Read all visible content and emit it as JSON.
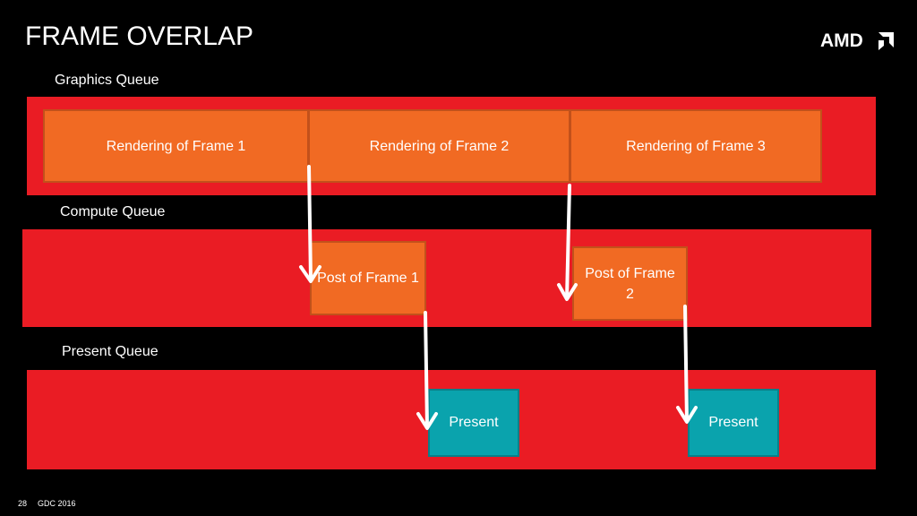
{
  "slide": {
    "title": "FRAME OVERLAP",
    "logo_text": "AMD",
    "page_number": "28",
    "footer_text": "GDC 2016"
  },
  "queues": {
    "graphics": {
      "label": "Graphics Queue",
      "items": [
        "Rendering of Frame 1",
        "Rendering of Frame 2",
        "Rendering of Frame 3"
      ]
    },
    "compute": {
      "label": "Compute Queue",
      "items": [
        "Post of Frame 1",
        "Post of Frame 2"
      ]
    },
    "present": {
      "label": "Present Queue",
      "items": [
        "Present",
        "Present"
      ]
    }
  },
  "colors": {
    "background": "#000000",
    "lane": "#ea1c24",
    "work_box": "#f16a23",
    "present_box": "#0aa3ad",
    "arrow": "#ffffff"
  }
}
